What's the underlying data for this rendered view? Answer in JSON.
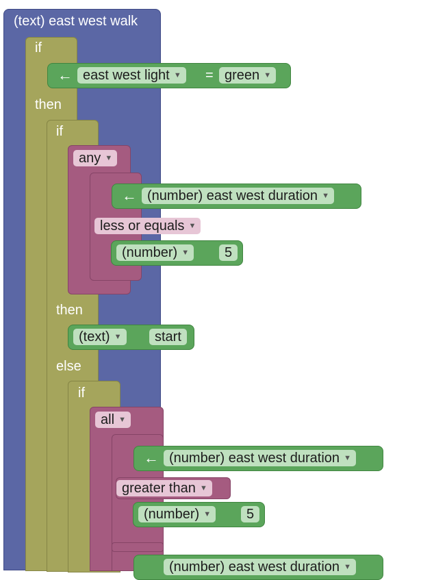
{
  "procedure": {
    "title": "(text) east west walk"
  },
  "outer_if": {
    "if_label": "if",
    "then_label": "then",
    "condition": {
      "getter_icon": "left-arrow-icon",
      "variable": "east west light",
      "operator": "=",
      "value": "green"
    }
  },
  "inner_if": {
    "if_label": "if",
    "then_label": "then",
    "else_label": "else",
    "any_block": {
      "mode": "any",
      "var": "(number) east west duration",
      "compare": "less or equals",
      "type": "(number)",
      "number": "5"
    },
    "then_value": {
      "type": "(text)",
      "text": "start"
    }
  },
  "else_if": {
    "if_label": "if",
    "all_block": {
      "mode": "all",
      "var1": "(number) east west duration",
      "compare": "greater than",
      "type": "(number)",
      "number": "5",
      "var2": "(number) east west duration"
    }
  },
  "colors": {
    "procedure": "#5b67a5",
    "logic": "#a5a55c",
    "list": "#a55b80",
    "value": "#5ba55b"
  }
}
